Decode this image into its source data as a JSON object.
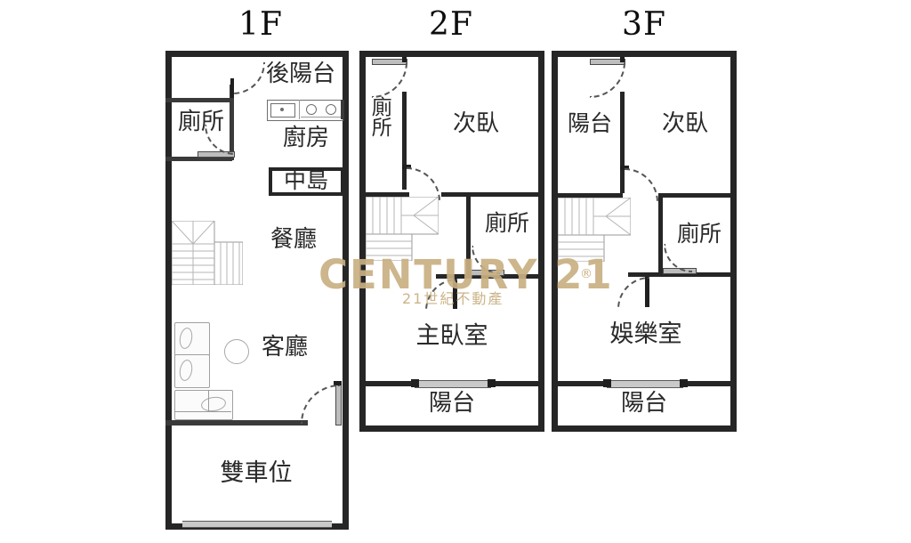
{
  "document": {
    "type": "floor-plan",
    "description": "Three-floor residential townhouse floor plan",
    "background_color": "#ffffff",
    "wall_color": "#262626",
    "label_color": "#2a2a2a"
  },
  "watermark": {
    "brand": "CENTURY 21",
    "registered_mark": "®",
    "subtitle": "21世紀不動產",
    "color": "#c9b083"
  },
  "floors": [
    {
      "id": "floor-1f",
      "title": "1F",
      "rooms": [
        {
          "name": "rear-balcony",
          "label": "後陽台"
        },
        {
          "name": "bathroom",
          "label": "廁所"
        },
        {
          "name": "kitchen",
          "label": "廚房"
        },
        {
          "name": "kitchen-island",
          "label": "中島"
        },
        {
          "name": "dining-room",
          "label": "餐廳"
        },
        {
          "name": "living-room",
          "label": "客廳"
        },
        {
          "name": "double-parking",
          "label": "雙車位"
        }
      ]
    },
    {
      "id": "floor-2f",
      "title": "2F",
      "rooms": [
        {
          "name": "bathroom",
          "label": "廁所"
        },
        {
          "name": "secondary-bedroom",
          "label": "次臥"
        },
        {
          "name": "bathroom-2",
          "label": "廁所"
        },
        {
          "name": "master-bedroom",
          "label": "主臥室"
        },
        {
          "name": "balcony",
          "label": "陽台"
        }
      ]
    },
    {
      "id": "floor-3f",
      "title": "3F",
      "rooms": [
        {
          "name": "balcony-side",
          "label": "陽台"
        },
        {
          "name": "secondary-bedroom",
          "label": "次臥"
        },
        {
          "name": "bathroom",
          "label": "廁所"
        },
        {
          "name": "recreation-room",
          "label": "娛樂室"
        },
        {
          "name": "balcony",
          "label": "陽台"
        }
      ]
    }
  ]
}
